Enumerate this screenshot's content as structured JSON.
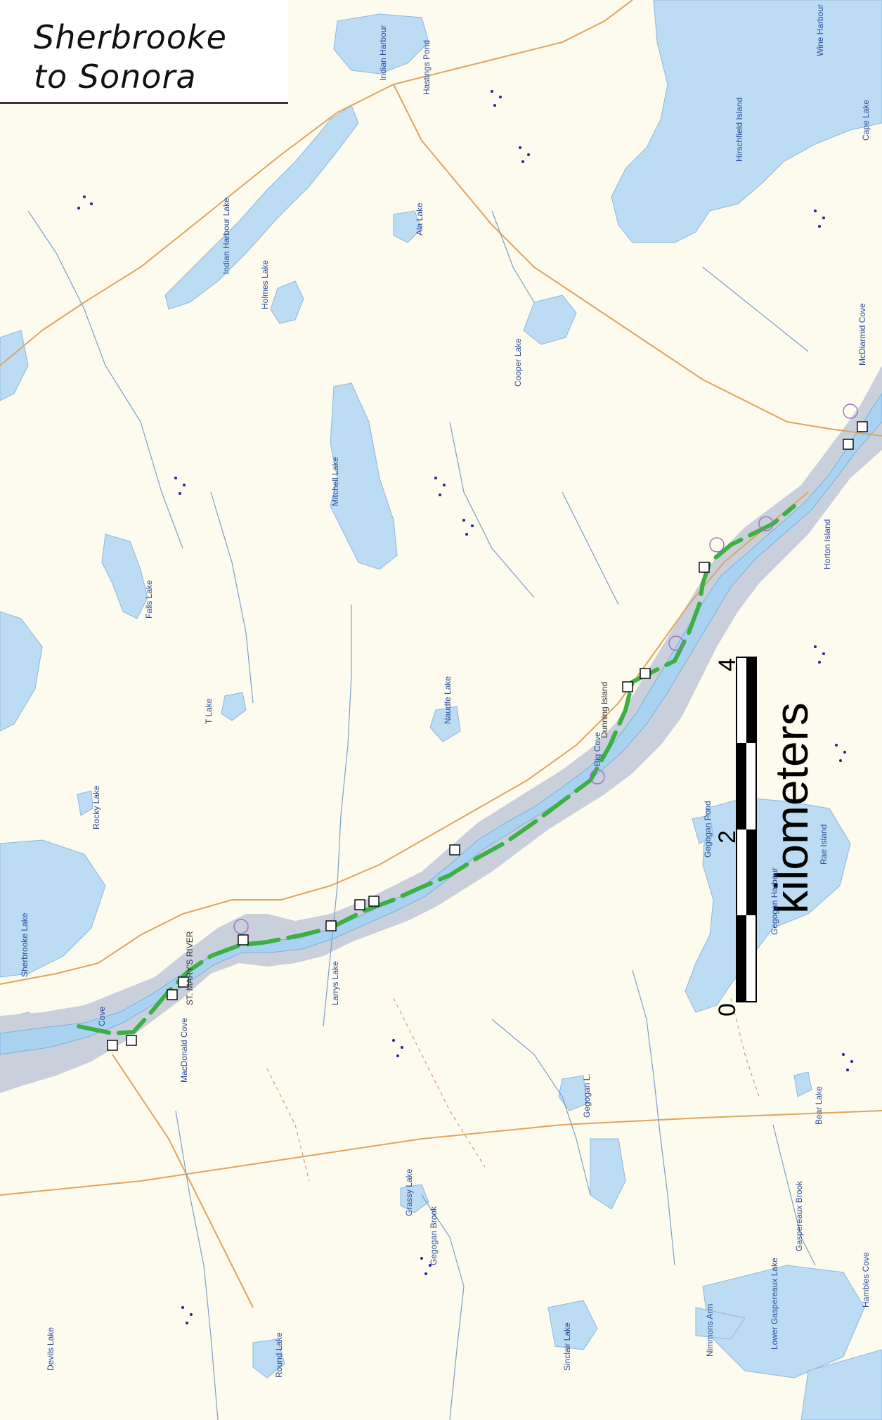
{
  "title": {
    "line1": "Sherbrooke",
    "line2": "to Sonora"
  },
  "colors": {
    "land": "#fdfbee",
    "water": "#bcdcf3",
    "shore_shade": "#c9cfdb",
    "route": "#3cb043",
    "road": "#e0a45e",
    "stream": "#7aa0c8",
    "dots": "#1a2a8a"
  },
  "scale": {
    "unit_label": "kilometers",
    "ticks": [
      "0",
      "2",
      "4"
    ]
  },
  "place_labels": [
    "Indian Harbour",
    "Hastings Pond",
    "Wine Harbour",
    "Hirschfield Island",
    "Cape Lake",
    "Indian Harbour Lake",
    "Holmes Lake",
    "Ala Lake",
    "Cooper Lake",
    "McDiarmid Cove",
    "Mitchell Lake",
    "Falls Lake",
    "T Lake",
    "Rocky Lake",
    "Sherbrooke Lake",
    "ST. MARY'S RIVER",
    "MacDonald Cove",
    "Larrys Lake",
    "Naudfe Lake",
    "Dunning Island",
    "Horton Island",
    "Gegogan Pond",
    "Rae Island",
    "Gegogan Harbour",
    "Gegogan L.",
    "Bear Lake",
    "Grassy Lake",
    "Gegogan Brook",
    "Sinclair Lake",
    "Lower Gaspereaux Lake",
    "Gaspereaux Brook",
    "Hambles Cove",
    "Nimmons Arm",
    "Devils Lake",
    "Round Lake",
    "Big Cove",
    "Cove"
  ]
}
